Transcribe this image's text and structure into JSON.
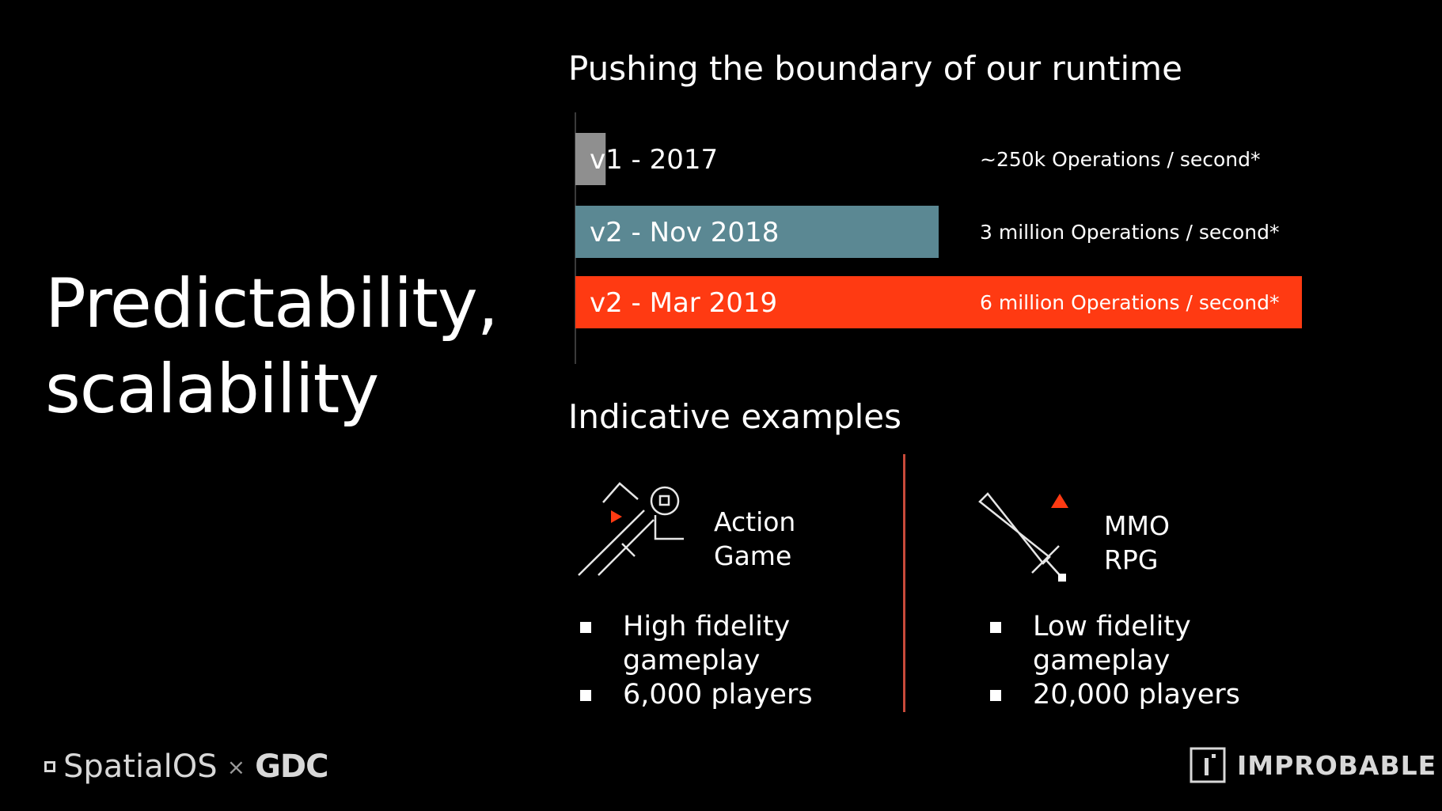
{
  "slide": {
    "title_line1": "Predictability,",
    "title_line2": "scalability"
  },
  "chart_data": {
    "type": "bar",
    "title": "Pushing the boundary of our runtime",
    "orientation": "horizontal",
    "categories": [
      "v1 - 2017",
      "v2 - Nov 2018",
      "v2 - Mar 2019"
    ],
    "values": [
      250000,
      3000000,
      6000000
    ],
    "value_labels": [
      "~250k Operations / second*",
      "3 million Operations / second*",
      "6 million Operations / second*"
    ],
    "unit": "Operations / second",
    "xlim": [
      0,
      6000000
    ],
    "grid": false,
    "colors": [
      "#8f8f8f",
      "#5b8893",
      "#ff3a12"
    ]
  },
  "examples": {
    "title": "Indicative examples",
    "items": [
      {
        "icon": "action-game-icon",
        "label_line1": "Action",
        "label_line2": "Game",
        "bullets": [
          "High fidelity gameplay",
          "6,000 players"
        ]
      },
      {
        "icon": "sword-icon",
        "label_line1": "MMO",
        "label_line2": "RPG",
        "bullets": [
          "Low fidelity gameplay",
          "20,000 players"
        ]
      }
    ]
  },
  "footer": {
    "left_brand": "SpatialOS",
    "separator": "×",
    "partner": "GDC",
    "right_brand": "IMPROBABLE"
  },
  "colors": {
    "background": "#000000",
    "text": "#ffffff",
    "accent_red": "#ff3a12",
    "divider": "#c84a3a"
  }
}
